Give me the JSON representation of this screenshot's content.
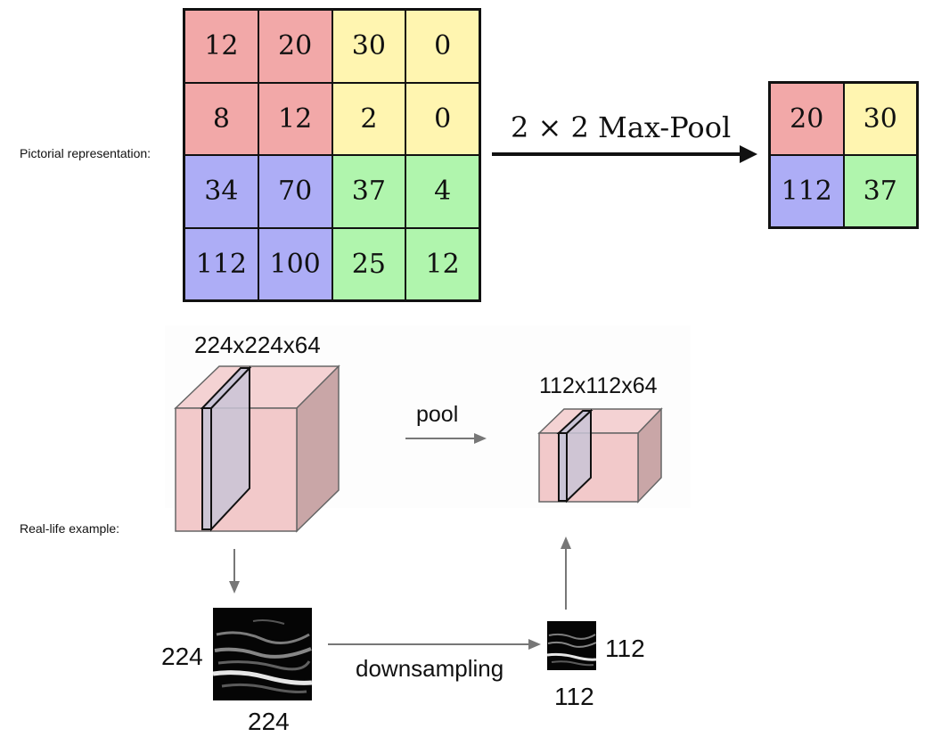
{
  "pictorial_label": "Pictorial representation:",
  "reallife_label": "Real-life example:",
  "input_grid": [
    [
      "12",
      "20",
      "30",
      "0"
    ],
    [
      "8",
      "12",
      "2",
      "0"
    ],
    [
      "34",
      "70",
      "37",
      "4"
    ],
    [
      "112",
      "100",
      "25",
      "12"
    ]
  ],
  "output_grid": [
    [
      "20",
      "30"
    ],
    [
      "112",
      "37"
    ]
  ],
  "operation_label": "2 × 2 Max-Pool",
  "colors": {
    "red": "#f2a8a8",
    "yellow": "#fff5b0",
    "blue": "#adadf6",
    "green": "#b0f5ad",
    "cube_front": "#f2c9ca",
    "cube_top": "#f4d2d3",
    "cube_side": "#c9a6a7",
    "slice": "#c9c4d6"
  },
  "cube_large_label": "224x224x64",
  "cube_small_label": "112x112x64",
  "pool_label": "pool",
  "downsampling_label": "downsampling",
  "img_large_height": "224",
  "img_large_width": "224",
  "img_small_height": "112",
  "img_small_width": "112"
}
